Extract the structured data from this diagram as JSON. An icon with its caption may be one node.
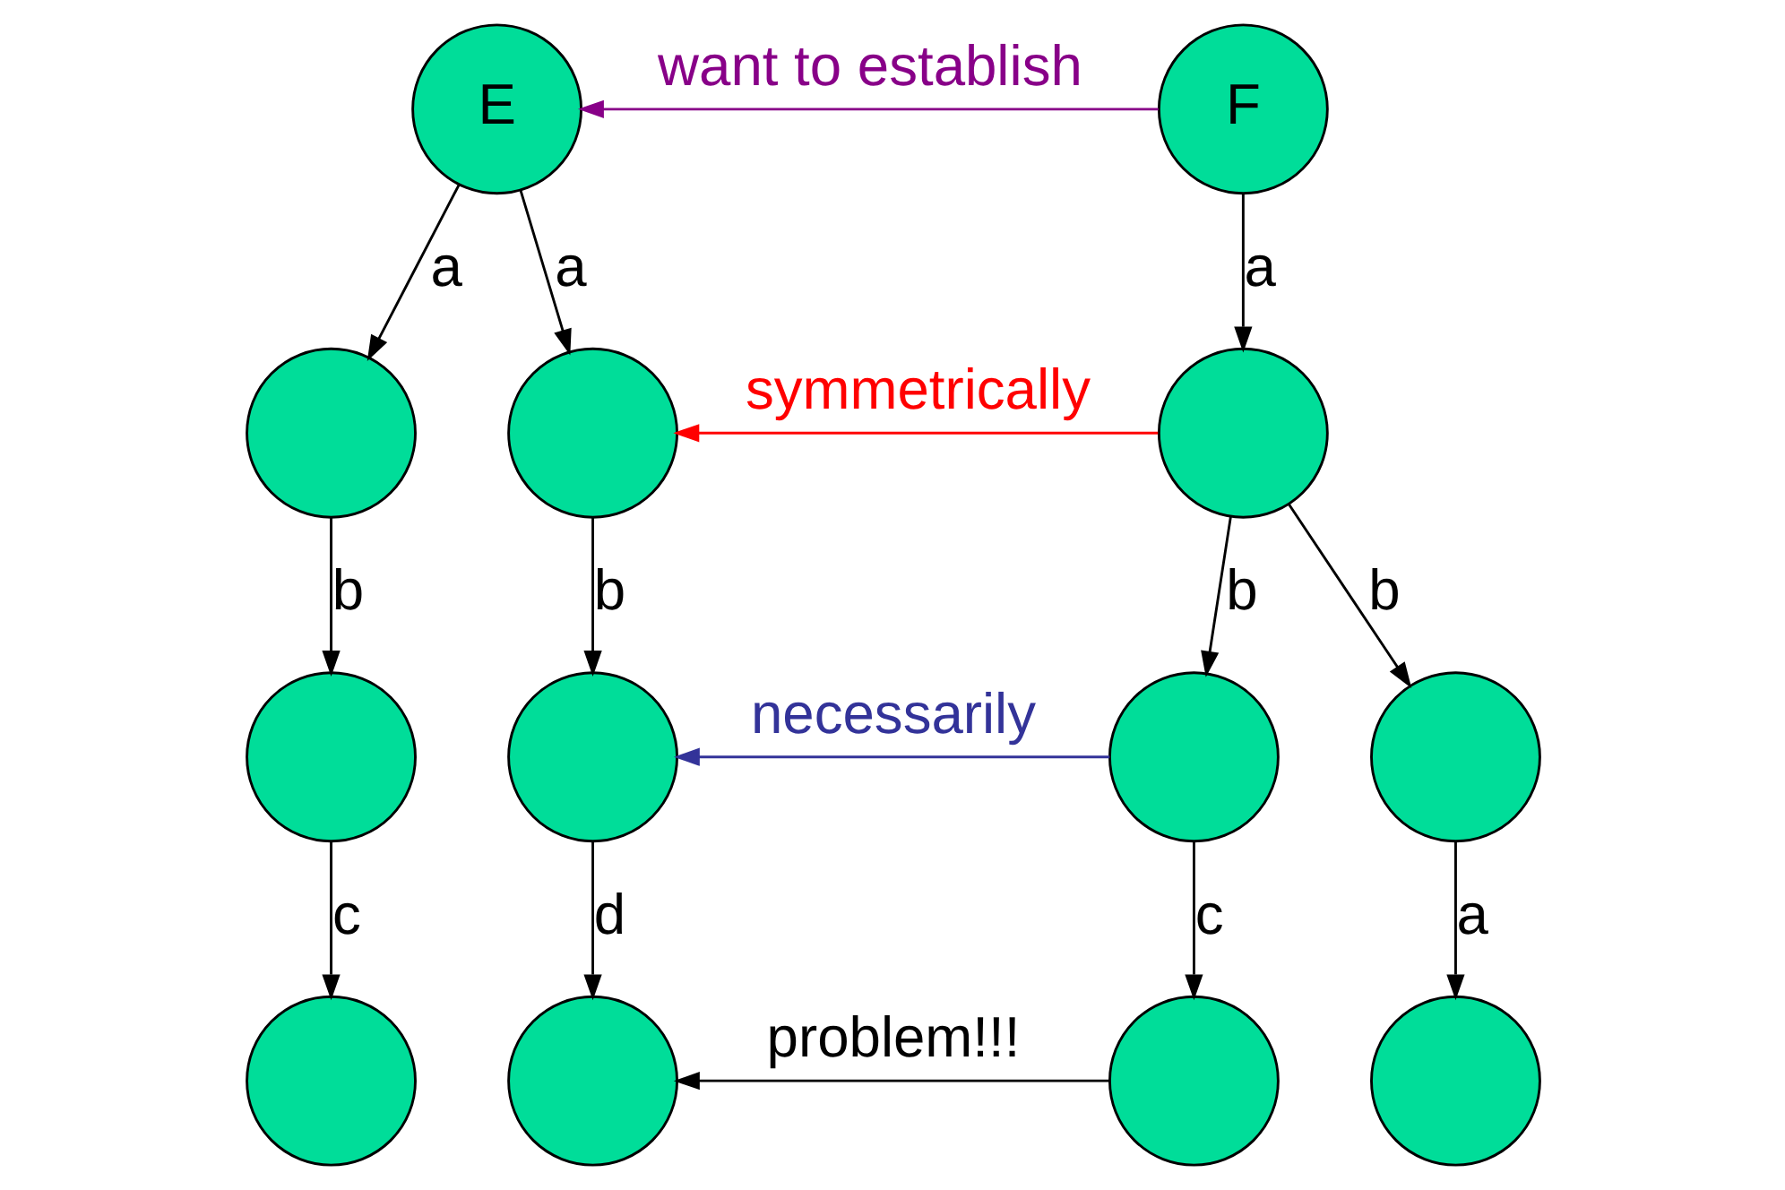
{
  "diagram": {
    "nodes": [
      {
        "text": [
          "E"
        ]
      },
      {
        "text": [],
        "shape": "circle"
      },
      {
        "text": [],
        "shape": "circle"
      },
      {
        "text": [],
        "shape": "circle"
      },
      {
        "text": [],
        "shape": "circle"
      },
      {
        "text": [],
        "shape": "circle"
      },
      {
        "text": [],
        "shape": "circle"
      },
      {
        "text": [
          "F"
        ]
      },
      {
        "text": [],
        "shape": "circle"
      },
      {
        "text": [],
        "shape": "circle"
      },
      {
        "text": [],
        "shape": "circle"
      },
      {
        "text": [],
        "shape": "circle"
      },
      {
        "text": [],
        "shape": "circle"
      }
    ],
    "edges": [
      {
        "from": 0,
        "to": 1,
        "arrow": "to",
        "label": "a"
      },
      {
        "from": 0,
        "to": 2,
        "arrow": "to",
        "label": "a"
      },
      {
        "from": 1,
        "to": 3,
        "arrow": "to",
        "label": "b"
      },
      {
        "from": 3,
        "to": 4,
        "arrow": "to",
        "label": "c"
      },
      {
        "from": 2,
        "to": 5,
        "arrow": "to",
        "label": "b"
      },
      {
        "from": 5,
        "to": 6,
        "arrow": "to",
        "label": "d"
      },
      {
        "from": 7,
        "to": 8,
        "arrow": "to",
        "label": "a"
      },
      {
        "from": 8,
        "to": 9,
        "arrow": "to",
        "label": "b"
      },
      {
        "from": 8,
        "to": 10,
        "arrow": "to",
        "label": "b"
      },
      {
        "from": 9,
        "to": 11,
        "arrow": "to",
        "label": "c"
      },
      {
        "from": 10,
        "to": 12,
        "arrow": "to",
        "label": "a"
      },
      {
        "from": 7,
        "to": 0,
        "arrow": "to",
        "label": "want to establish",
        "color": "#880088"
      },
      {
        "from": 8,
        "to": 2,
        "arrow": "to",
        "label": "symmetrically",
        "color": "#ff0000"
      },
      {
        "from": 9,
        "to": 5,
        "arrow": "to",
        "label": "necessarily",
        "color": "#333399"
      },
      {
        "from": 11,
        "to": 6,
        "arrow": "to",
        "label": "problem!!!"
      }
    ]
  }
}
